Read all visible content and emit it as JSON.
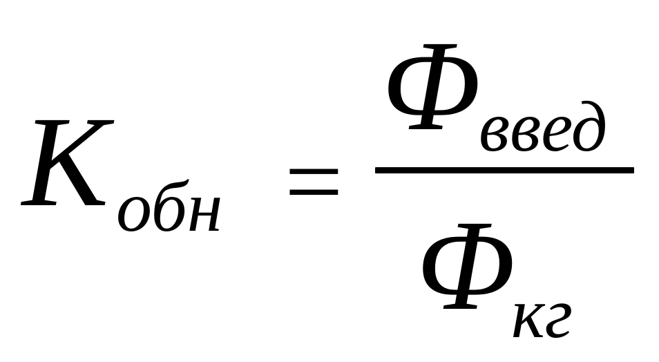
{
  "formula": {
    "lhs": {
      "symbol": "K",
      "subscript": "обн"
    },
    "operator": "=",
    "fraction": {
      "numerator": {
        "symbol": "Φ",
        "subscript": "введ"
      },
      "denominator": {
        "symbol": "Φ",
        "subscript": "кг"
      }
    }
  }
}
